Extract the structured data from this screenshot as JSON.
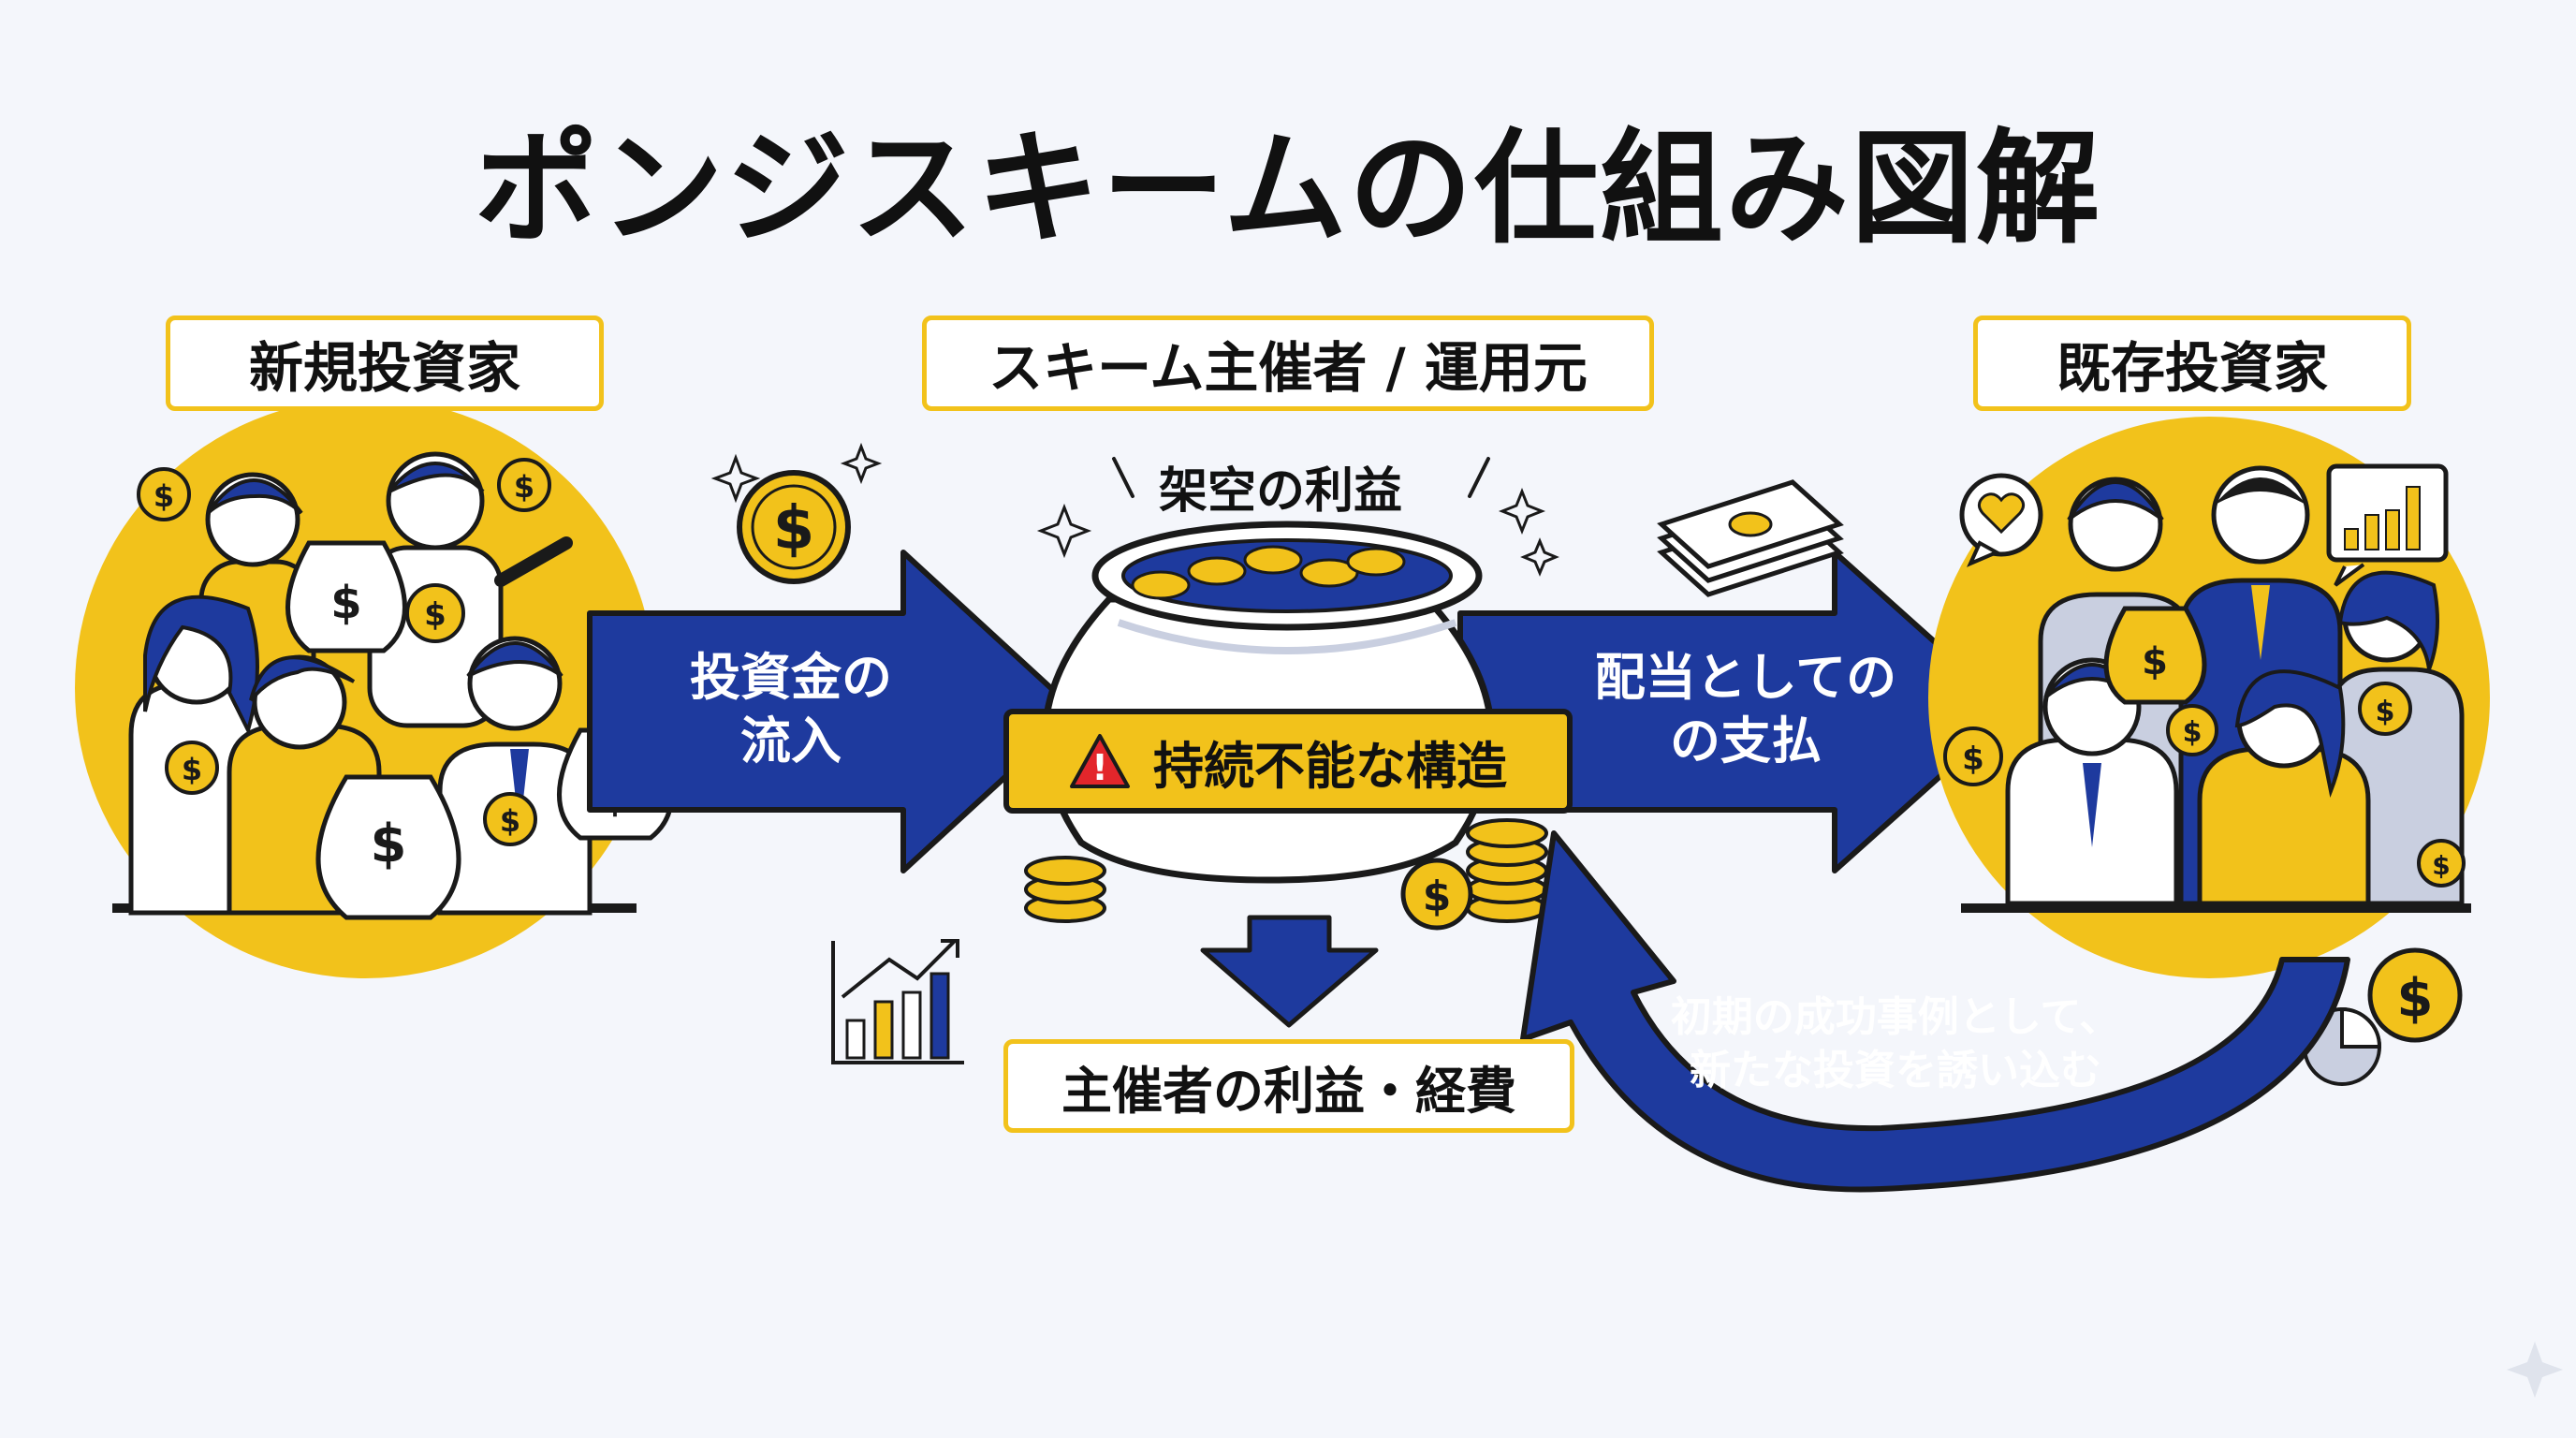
{
  "title": "ポンジスキームの仕組み図解",
  "sections": {
    "new_investors": "新規投資家",
    "organizer": "スキーム主催者 / 運用元",
    "existing_investors": "既存投資家"
  },
  "flows": {
    "inflow_line1": "投資金の",
    "inflow_line2": "流入",
    "payout_line1": "配当としての",
    "payout_line2": "の支払",
    "recruit_line1": "初期の成功事例として、",
    "recruit_line2": "新たな投資を誘い込む"
  },
  "center": {
    "fake_profit": "架空の利益",
    "warning": "持続不能な構造",
    "organizer_profit": "主催者の利益・経費"
  },
  "icons": {
    "coin_symbol": "$",
    "warning_symbol": "!"
  },
  "colors": {
    "navy": "#1e3a9e",
    "yellow": "#f2c21b",
    "dark": "#1a1a1a"
  }
}
